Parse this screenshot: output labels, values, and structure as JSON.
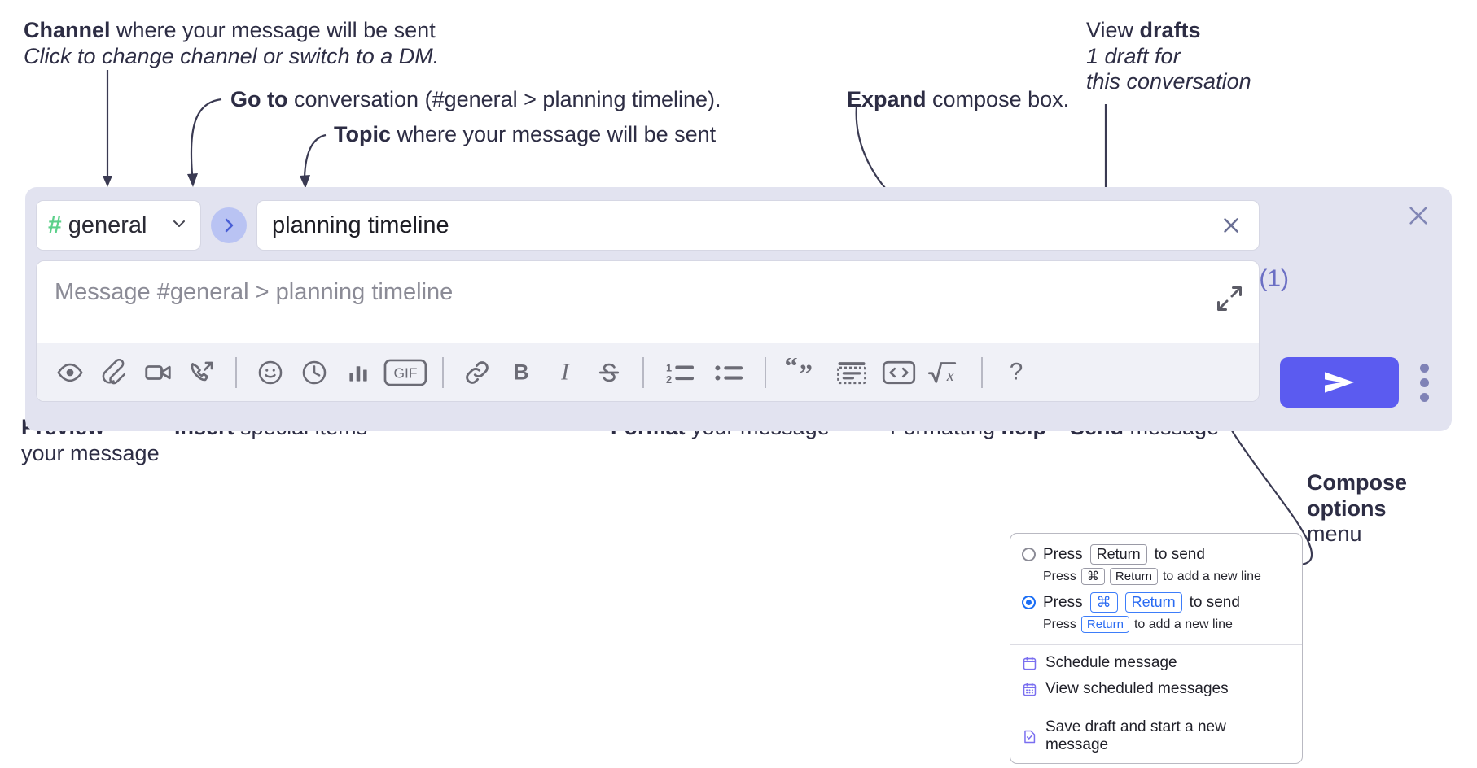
{
  "annotations": {
    "channel": {
      "bold": "Channel",
      "rest": " where your message will be sent",
      "sub": "Click to change channel or switch to a DM."
    },
    "goto": {
      "bold": "Go to",
      "rest": " conversation (#general > planning timeline)."
    },
    "topic": {
      "bold": "Topic",
      "rest": " where your message will be sent"
    },
    "expand": {
      "bold": "Expand",
      "rest": " compose box."
    },
    "drafts": {
      "pre": "View ",
      "bold": "drafts",
      "sub1": "1 draft for",
      "sub2": "this conversation"
    },
    "preview": {
      "bold": "Preview",
      "line2": "your message"
    },
    "insert": {
      "bold": "Insert",
      "rest": " special items"
    },
    "format": {
      "bold": "Format",
      "rest": " your message"
    },
    "help": {
      "pre": "Formatting ",
      "bold": "help"
    },
    "send": {
      "bold": "Send",
      "rest": " message"
    },
    "compose_options": {
      "bold1": "Compose",
      "bold2": "options",
      "rest": "menu"
    }
  },
  "compose": {
    "channel": {
      "hash": "#",
      "name": "general",
      "chevron_icon": "chevron-down-icon"
    },
    "goto_icon": "chevron-right-icon",
    "topic": {
      "value": "planning timeline",
      "clear_icon": "close-icon"
    },
    "message": {
      "placeholder": "Message #general > planning timeline",
      "value": ""
    },
    "expand_icon": "expand-icon",
    "close_icon": "close-icon",
    "drafts_label": "Drafts (1)",
    "send_icon": "send-paper-plane-icon",
    "options_icon": "vertical-ellipsis-icon",
    "toolbar": [
      {
        "name": "preview-icon",
        "label": "Preview"
      },
      {
        "name": "attachment-icon",
        "label": "Attach file"
      },
      {
        "name": "video-camera-icon",
        "label": "Record video clip"
      },
      {
        "name": "phone-forward-icon",
        "label": "Audio huddle"
      },
      {
        "name": "separator",
        "label": ""
      },
      {
        "name": "emoji-smiley-icon",
        "label": "Emoji"
      },
      {
        "name": "clock-icon",
        "label": "Reminder"
      },
      {
        "name": "bar-chart-icon",
        "label": "Poll"
      },
      {
        "name": "gif-icon",
        "label": "GIF"
      },
      {
        "name": "separator",
        "label": ""
      },
      {
        "name": "link-icon",
        "label": "Link"
      },
      {
        "name": "bold-icon",
        "label": "Bold"
      },
      {
        "name": "italic-icon",
        "label": "Italic"
      },
      {
        "name": "strikethrough-icon",
        "label": "Strikethrough"
      },
      {
        "name": "separator",
        "label": ""
      },
      {
        "name": "ordered-list-icon",
        "label": "Ordered list"
      },
      {
        "name": "bulleted-list-icon",
        "label": "Bulleted list"
      },
      {
        "name": "separator",
        "label": ""
      },
      {
        "name": "blockquote-icon",
        "label": "Blockquote"
      },
      {
        "name": "code-block-icon",
        "label": "Code block"
      },
      {
        "name": "inline-code-icon",
        "label": "Code"
      },
      {
        "name": "math-formula-icon",
        "label": "Math"
      },
      {
        "name": "separator",
        "label": ""
      },
      {
        "name": "help-question-icon",
        "label": "?"
      }
    ]
  },
  "options_menu": {
    "radio1": {
      "selected": false,
      "pre": "Press",
      "key": "Return",
      "post": "to send",
      "sub_pre": "Press",
      "sub_key1": "⌘",
      "sub_key2": "Return",
      "sub_post": "to add a new line"
    },
    "radio2": {
      "selected": true,
      "pre": "Press",
      "key1": "⌘",
      "key2": "Return",
      "post": "to send",
      "sub_pre": "Press",
      "sub_key": "Return",
      "sub_post": "to add a new line"
    },
    "items": [
      {
        "icon": "calendar-clock-icon",
        "label": "Schedule message"
      },
      {
        "icon": "calendar-grid-icon",
        "label": "View scheduled messages"
      },
      {
        "icon": "save-draft-icon",
        "label": "Save draft and start a new message"
      }
    ]
  },
  "colors": {
    "panel_bg": "#e2e3f0",
    "send_purple": "#5b5bf0",
    "hash_green": "#5cd08a",
    "drafts_purple": "#6b6fc4",
    "goto_bg": "#b9c3f3",
    "radio_blue": "#1a6ef5"
  }
}
